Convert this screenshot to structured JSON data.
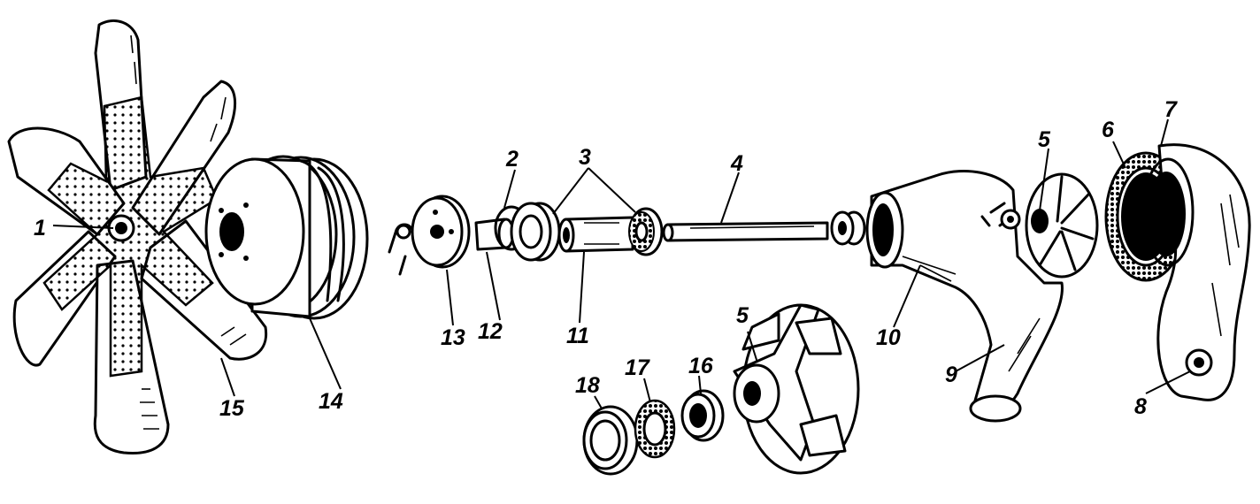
{
  "labels": {
    "l1": "1",
    "l2": "2",
    "l3": "3",
    "l4": "4",
    "l5a": "5",
    "l5b": "5",
    "l6": "6",
    "l7": "7",
    "l8": "8",
    "l9": "9",
    "l10": "10",
    "l11": "11",
    "l12": "12",
    "l13": "13",
    "l14": "14",
    "l15": "15",
    "l16": "16",
    "l17": "17",
    "l18": "18"
  }
}
